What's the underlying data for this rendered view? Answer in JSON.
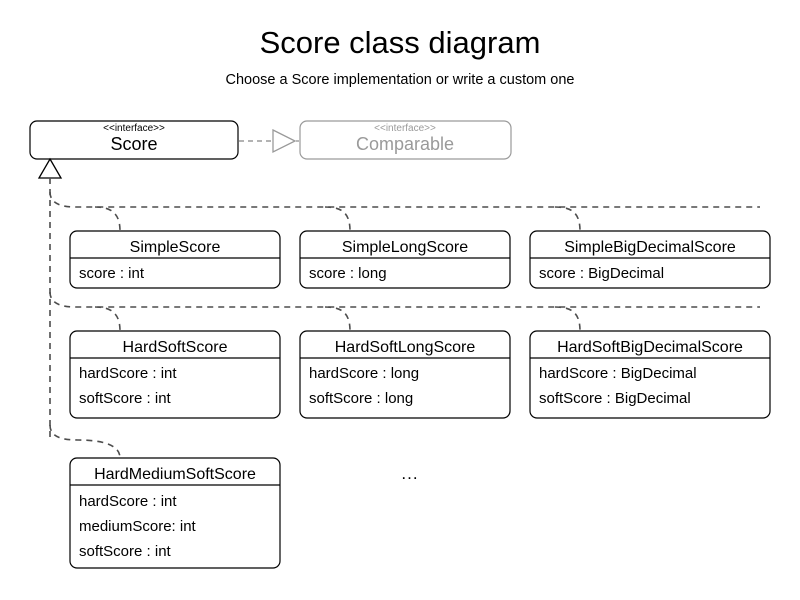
{
  "header": {
    "title": "Score class diagram",
    "subtitle": "Choose a Score implementation or write a custom one"
  },
  "stereotype": "<<interface>>",
  "interfaces": {
    "score": {
      "name": "Score",
      "stereotype": "<<interface>>"
    },
    "comparable": {
      "name": "Comparable",
      "stereotype": "<<interface>>"
    }
  },
  "classes": [
    {
      "name": "SimpleScore",
      "attributes": [
        "score : int"
      ]
    },
    {
      "name": "SimpleLongScore",
      "attributes": [
        "score : long"
      ]
    },
    {
      "name": "SimpleBigDecimalScore",
      "attributes": [
        "score : BigDecimal"
      ]
    },
    {
      "name": "HardSoftScore",
      "attributes": [
        "hardScore : int",
        "softScore : int"
      ]
    },
    {
      "name": "HardSoftLongScore",
      "attributes": [
        "hardScore : long",
        "softScore : long"
      ]
    },
    {
      "name": "HardSoftBigDecimalScore",
      "attributes": [
        "hardScore : BigDecimal",
        "softScore : BigDecimal"
      ]
    },
    {
      "name": "HardMediumSoftScore",
      "attributes": [
        "hardScore : int",
        "mediumScore: int",
        "softScore : int"
      ]
    }
  ],
  "ellipsis": "...",
  "colors": {
    "line": "#4d4d4d",
    "muted": "#9a9a9a",
    "stroke": "#000000",
    "background": "#ffffff"
  }
}
